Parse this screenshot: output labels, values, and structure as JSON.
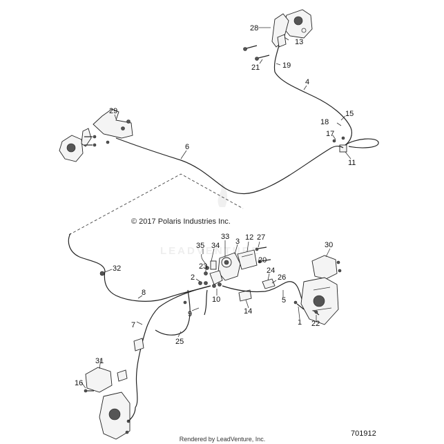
{
  "copyright": "© 2017 Polaris Industries Inc.",
  "figure_number": "701912",
  "rendered_by": "Rendered by LeadVenture, Inc.",
  "callouts": [
    {
      "id": "1",
      "label": "1"
    },
    {
      "id": "2",
      "label": "2"
    },
    {
      "id": "3",
      "label": "3"
    },
    {
      "id": "4",
      "label": "4"
    },
    {
      "id": "5",
      "label": "5"
    },
    {
      "id": "6",
      "label": "6"
    },
    {
      "id": "7",
      "label": "7"
    },
    {
      "id": "8",
      "label": "8"
    },
    {
      "id": "9",
      "label": "9"
    },
    {
      "id": "10",
      "label": "10"
    },
    {
      "id": "11",
      "label": "11"
    },
    {
      "id": "12",
      "label": "12"
    },
    {
      "id": "13",
      "label": "13"
    },
    {
      "id": "14",
      "label": "14"
    },
    {
      "id": "15",
      "label": "15"
    },
    {
      "id": "16",
      "label": "16"
    },
    {
      "id": "17",
      "label": "17"
    },
    {
      "id": "18",
      "label": "18"
    },
    {
      "id": "19",
      "label": "19"
    },
    {
      "id": "20",
      "label": "20"
    },
    {
      "id": "21",
      "label": "21"
    },
    {
      "id": "22",
      "label": "22"
    },
    {
      "id": "23",
      "label": "23"
    },
    {
      "id": "24",
      "label": "24"
    },
    {
      "id": "25",
      "label": "25"
    },
    {
      "id": "26",
      "label": "26"
    },
    {
      "id": "27",
      "label": "27"
    },
    {
      "id": "28",
      "label": "28"
    },
    {
      "id": "29",
      "label": "29"
    },
    {
      "id": "30",
      "label": "30"
    },
    {
      "id": "31",
      "label": "31"
    },
    {
      "id": "32",
      "label": "32"
    },
    {
      "id": "33",
      "label": "33"
    },
    {
      "id": "34",
      "label": "34"
    },
    {
      "id": "35",
      "label": "35"
    }
  ]
}
